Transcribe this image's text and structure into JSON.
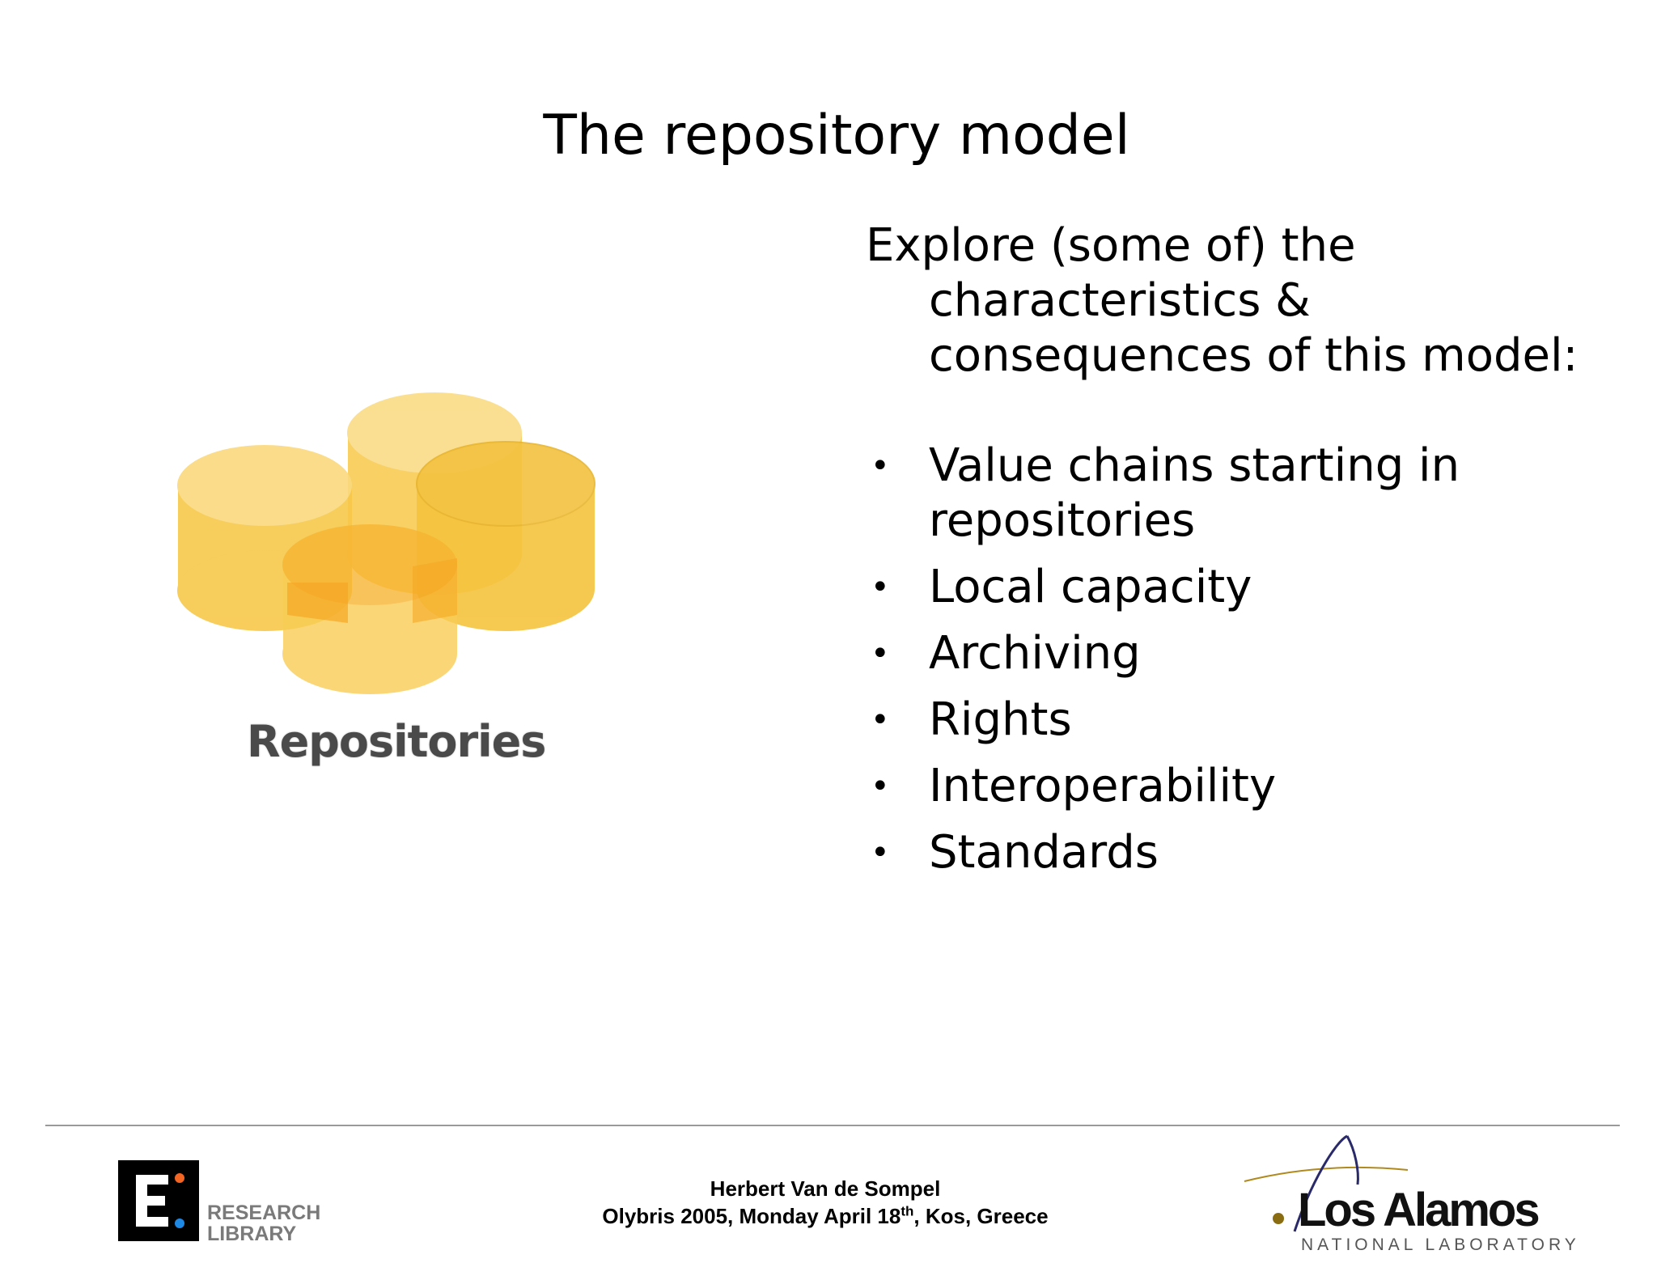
{
  "slide": {
    "title": "The repository model",
    "figure_label": "Repositories",
    "intro_line1": "Explore (some of) the",
    "intro_line2": "characteristics &",
    "intro_line3": "consequences of this model:",
    "bullets": [
      "Value chains starting in repositories",
      "Local capacity",
      "Archiving",
      "Rights",
      "Interoperability",
      "Standards"
    ]
  },
  "footer": {
    "research_library_line1": "RESEARCH",
    "research_library_line2": "LIBRARY",
    "author": "Herbert Van de Sompel",
    "event_prefix": "Olybris 2005, Monday April 18",
    "event_sup": "th",
    "event_suffix": ", Kos, Greece",
    "lanl_name": "Los Alamos",
    "lanl_sub": "NATIONAL LABORATORY"
  },
  "colors": {
    "cylinder_fill": "#f7c84a",
    "cylinder_top": "#f9d678",
    "overlap": "#f5a623",
    "logo_accent_orange": "#f26522",
    "logo_accent_blue": "#1e88e5"
  }
}
